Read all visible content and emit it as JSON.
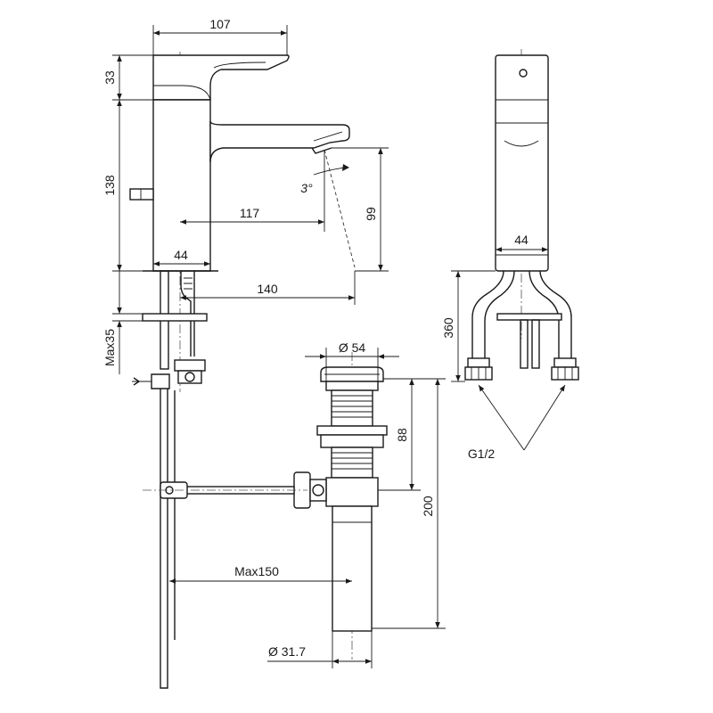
{
  "dimensions": {
    "top_width": "107",
    "handle_height": "33",
    "body_height": "138",
    "spout_reach": "117",
    "tilt_angle": "3°",
    "spout_height": "99",
    "base_width_side": "44",
    "reach_to_drain": "140",
    "max_countertop": "Max35",
    "base_width_front": "44",
    "hose_length": "360",
    "drain_diameter": "Ø 54",
    "drain_upper": "88",
    "drain_total": "200",
    "max_lever": "Max150",
    "tail_diameter": "Ø 31.7",
    "connection_thread": "G1/2"
  }
}
